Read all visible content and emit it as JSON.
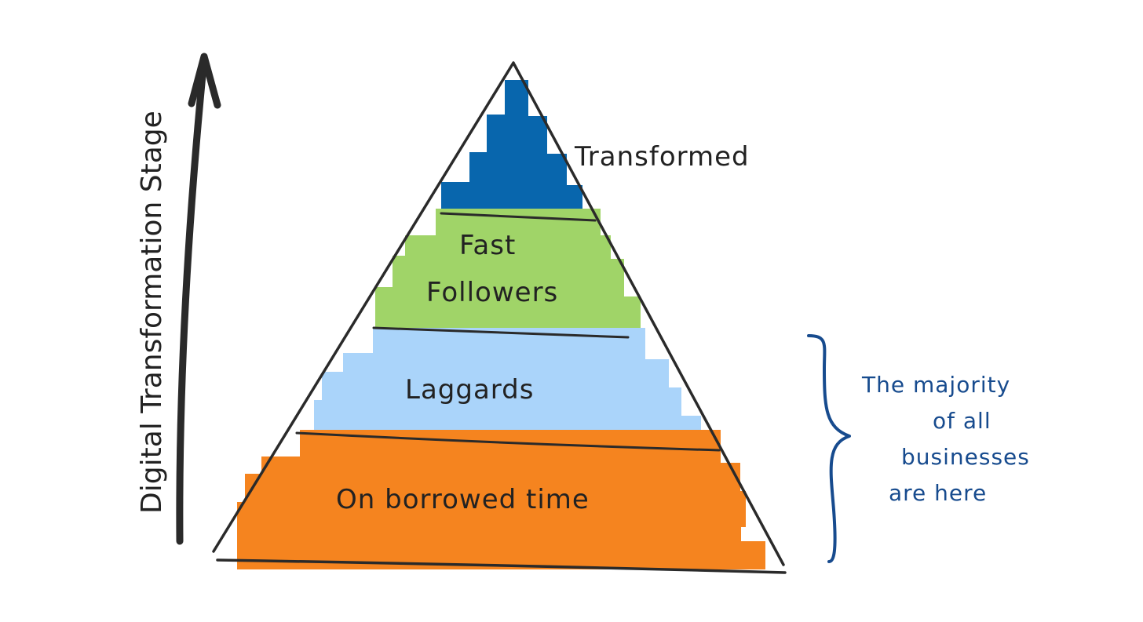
{
  "axis": {
    "label": "Digital Transformation Stage"
  },
  "tiers": [
    {
      "id": "transformed",
      "label": "Transformed",
      "color": "#0866ad"
    },
    {
      "id": "fast-followers",
      "label_line1": "Fast",
      "label_line2": "Followers",
      "color": "#a0d468"
    },
    {
      "id": "laggards",
      "label": "Laggards",
      "color": "#aad4fa"
    },
    {
      "id": "on-borrowed-time",
      "label": "On borrowed time",
      "color": "#f5841f"
    }
  ],
  "annotation": {
    "lines": [
      "The majority",
      "of all",
      "businesses",
      "are here"
    ],
    "color": "#174b8e"
  },
  "colors": {
    "ink": "#222222",
    "annotation_ink": "#174b8e"
  }
}
